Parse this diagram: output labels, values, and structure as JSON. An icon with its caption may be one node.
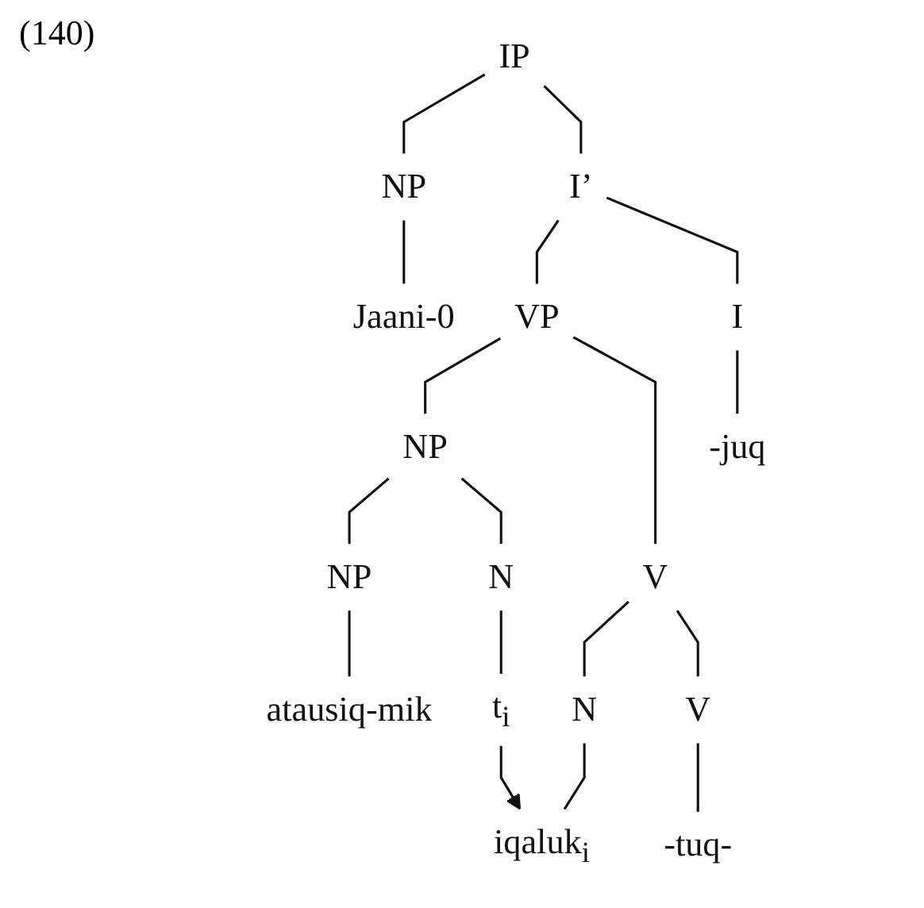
{
  "diagram": {
    "nodes": [
      {
        "text": [
          "IP"
        ]
      },
      {
        "text": [
          "NP"
        ]
      },
      {
        "text": [
          "I’"
        ]
      },
      {
        "text": [
          "Jaani-0"
        ]
      },
      {
        "text": [
          "VP"
        ]
      },
      {
        "text": [
          "I"
        ]
      },
      {
        "text": [
          "NP"
        ]
      },
      {
        "text": [
          "V"
        ]
      },
      {
        "text": [
          "-juq"
        ]
      },
      {
        "text": [
          "NP"
        ]
      },
      {
        "text": [
          "N"
        ]
      },
      {
        "text": [
          "N"
        ]
      },
      {
        "text": [
          "V"
        ]
      },
      {
        "text": [
          "atausiq-mik"
        ]
      },
      {
        "text": [
          "t$_{i}$"
        ]
      },
      {
        "text": [
          "iqaluk$_{i}$"
        ]
      },
      {
        "text": [
          "-tuq-"
        ]
      }
    ],
    "edges": [
      {
        "from": 0,
        "to": 1,
        "arrow": "none"
      },
      {
        "from": 0,
        "to": 2,
        "arrow": "none"
      },
      {
        "from": 1,
        "to": 3,
        "arrow": "none"
      },
      {
        "from": 2,
        "to": 4,
        "arrow": "none"
      },
      {
        "from": 2,
        "to": 5,
        "arrow": "none"
      },
      {
        "from": 4,
        "to": 6,
        "arrow": "none"
      },
      {
        "from": 4,
        "to": 7,
        "arrow": "none"
      },
      {
        "from": 5,
        "to": 8,
        "arrow": "none"
      },
      {
        "from": 6,
        "to": 9,
        "arrow": "none"
      },
      {
        "from": 6,
        "to": 10,
        "arrow": "none"
      },
      {
        "from": 7,
        "to": 11,
        "arrow": "none"
      },
      {
        "from": 7,
        "to": 12,
        "arrow": "none"
      },
      {
        "from": 9,
        "to": 13,
        "arrow": "none"
      },
      {
        "from": 10,
        "to": 14,
        "arrow": "none"
      },
      {
        "from": 11,
        "to": 15,
        "arrow": "none"
      },
      {
        "from": 12,
        "to": 16,
        "arrow": "none"
      },
      {
        "from": 14,
        "to": 15,
        "arrow": "to"
      }
    ],
    "labels": [
      "(140)"
    ]
  }
}
